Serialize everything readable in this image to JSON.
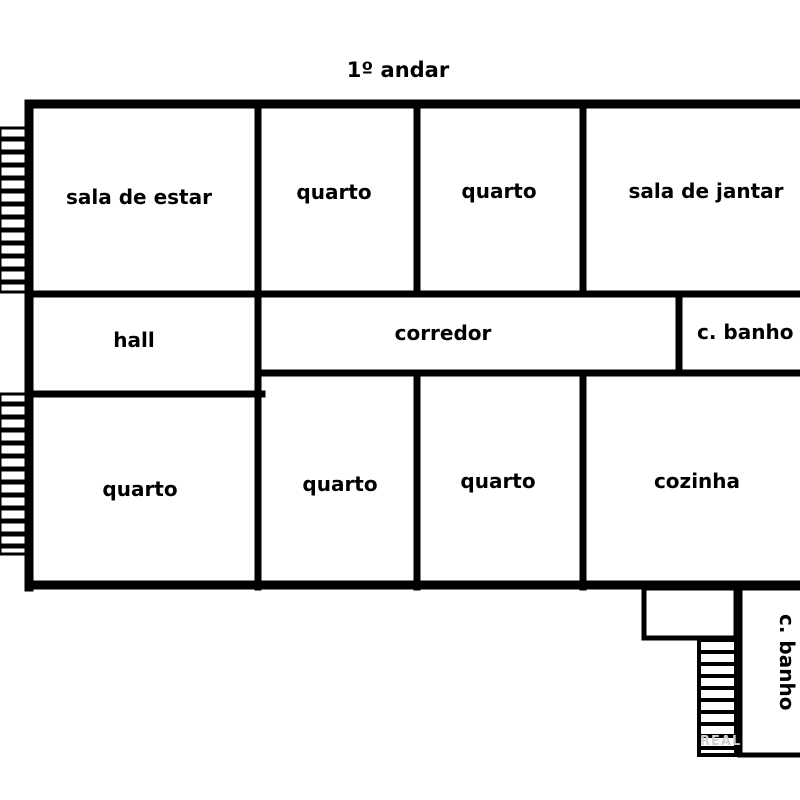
{
  "floor": {
    "title": "1º andar",
    "rooms": {
      "sala_de_estar": "sala de estar",
      "quarto_top_1": "quarto",
      "quarto_top_2": "quarto",
      "sala_de_jantar": "sala de jantar",
      "hall": "hall",
      "corredor": "corredor",
      "c_banho_main": "c. banho",
      "quarto_bottom_left": "quarto",
      "quarto_bottom_1": "quarto",
      "quarto_bottom_2": "quarto",
      "cozinha": "cozinha",
      "c_banho_annex": "c. banho"
    },
    "watermark": "REAL"
  },
  "colors": {
    "wall": "#000000",
    "background": "#ffffff"
  }
}
